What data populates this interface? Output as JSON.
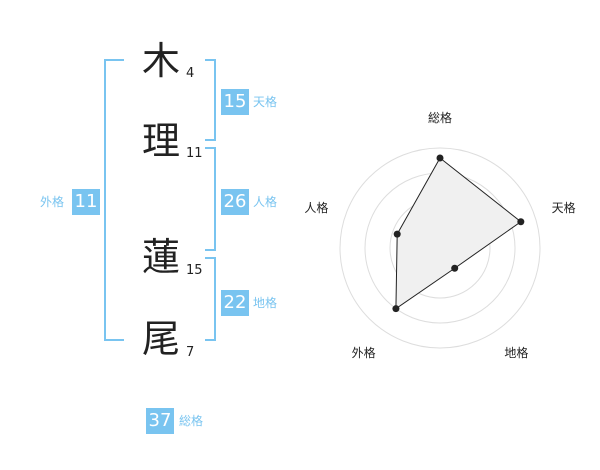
{
  "name": {
    "chars": [
      {
        "char": "木",
        "strokes": "4"
      },
      {
        "char": "理",
        "strokes": "11"
      },
      {
        "char": "蓮",
        "strokes": "15"
      },
      {
        "char": "尾",
        "strokes": "7"
      }
    ]
  },
  "kakusu": {
    "tenkaku": {
      "value": "15",
      "label": "天格"
    },
    "jinkaku": {
      "value": "26",
      "label": "人格"
    },
    "chikaku": {
      "value": "22",
      "label": "地格"
    },
    "gaikaku": {
      "value": "11",
      "label": "外格"
    },
    "soukaku": {
      "value": "37",
      "label": "総格"
    }
  },
  "radar": {
    "axes": [
      "総格",
      "天格",
      "地格",
      "外格",
      "人格"
    ],
    "levels": 4,
    "values": [
      0.9,
      0.85,
      0.25,
      0.75,
      0.45
    ],
    "colors": {
      "fill": "#f0f0f0",
      "stroke": "#222222",
      "grid": "#dddddd",
      "center": "#cccccc"
    }
  },
  "colors": {
    "accent": "#79c4f0",
    "bracket": "#79c4f0"
  }
}
